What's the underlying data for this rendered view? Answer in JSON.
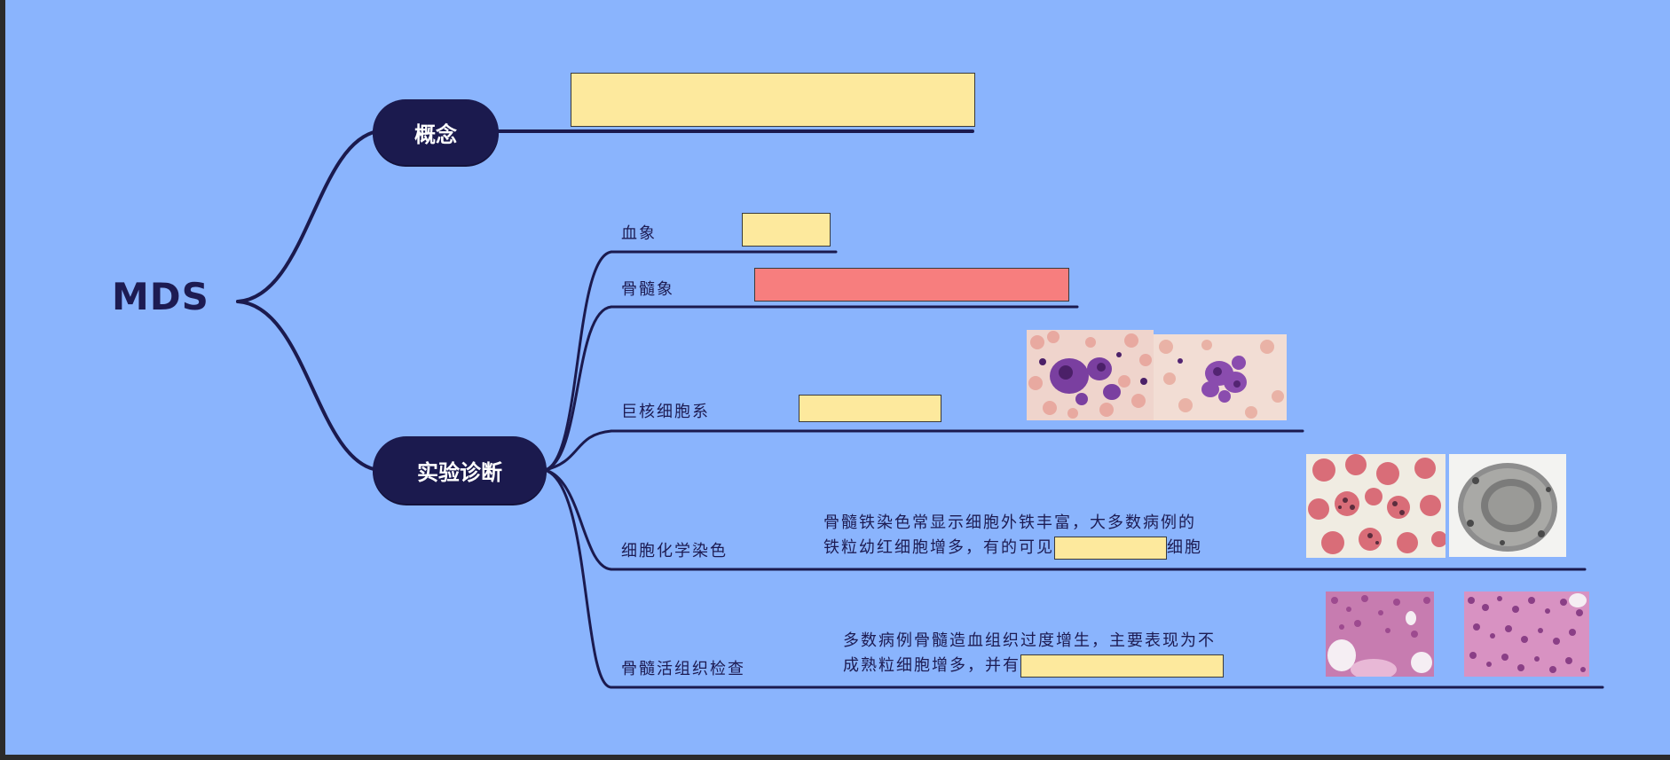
{
  "root": {
    "label": "MDS"
  },
  "concept": {
    "label": "概念"
  },
  "lab": {
    "label": "实验诊断",
    "blood": {
      "label": "血象"
    },
    "marrow": {
      "label": "骨髓象"
    },
    "megakaryocyte": {
      "label": "巨核细胞系"
    },
    "cytochem": {
      "label": "细胞化学染色",
      "line1": "骨髓铁染色常显示细胞外铁丰富，大多数病例的",
      "line2_before": "铁粒幼红细胞增多，有的可见",
      "line2_after": "细胞"
    },
    "biopsy": {
      "label": "骨髓活组织检查",
      "line1": "多数病例骨髓造血组织过度增生，主要表现为不",
      "line2_before": "成熟粒细胞增多，并有"
    }
  },
  "colors": {
    "background": "#8ab4fd",
    "ink": "#1d1b52",
    "blank_yellow": "#fde99d",
    "blank_red": "#f77e7e"
  }
}
